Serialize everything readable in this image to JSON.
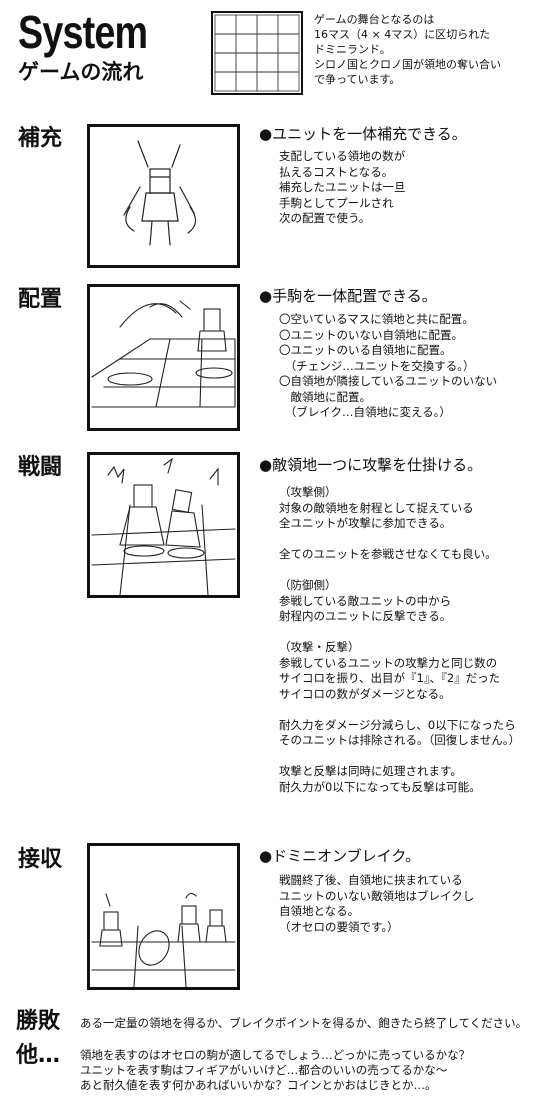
{
  "header": {
    "title": "System",
    "subtitle": "ゲームの流れ",
    "intro": [
      "ゲームの舞台となるのは",
      "16マス（4 × 4マス）に区切られた",
      "ドミニランド。",
      "シロノ国とクロノ国が領地の奪い合い",
      "で争っています。"
    ]
  },
  "sections": {
    "replenish": {
      "label": "補充",
      "heading": "●ユニットを一体補充できる。",
      "lines": [
        "支配している領地の数が",
        "払えるコストとなる。",
        "補充したユニットは一旦",
        "手駒としてプールされ",
        "次の配置で使う。"
      ]
    },
    "deploy": {
      "label": "配置",
      "heading": "●手駒を一体配置できる。",
      "lines": [
        "〇空いているマスに領地と共に配置。",
        "〇ユニットのいない自領地に配置。",
        "〇ユニットのいる自領地に配置。",
        "　（チェンジ…ユニットを交換する。）",
        "〇自領地が隣接しているユニットのいない",
        "　敵領地に配置。",
        "　（ブレイク…自領地に変える。）"
      ]
    },
    "battle": {
      "label": "戦闘",
      "heading": "●敵領地一つに攻撃を仕掛ける。",
      "lines": [
        "（攻撃側）",
        "対象の敵領地を射程として捉えている",
        "全ユニットが攻撃に参加できる。",
        "",
        "全てのユニットを参戦させなくても良い。",
        "",
        "（防御側）",
        "参戦している敵ユニットの中から",
        "射程内のユニットに反撃できる。",
        "",
        "（攻撃・反撃）",
        "参戦しているユニットの攻撃力と同じ数の",
        "サイコロを振り、出目が『1』、『2』だった",
        "サイコロの数がダメージとなる。",
        "",
        "耐久力をダメージ分減らし、0以下になったら",
        "そのユニットは排除される。（回復しません。）",
        "",
        "攻撃と反撃は同時に処理されます。",
        "耐久力が0以下になっても反撃は可能。"
      ]
    },
    "capture": {
      "label": "接収",
      "heading": "●ドミニオンブレイク。",
      "lines": [
        "戦闘終了後、自領地に挟まれている",
        "ユニットのいない敵領地はブレイクし",
        "自領地となる。",
        "（オセロの要領です。）"
      ]
    }
  },
  "footer": {
    "victory_label": "勝敗",
    "victory_text": "ある一定量の領地を得るか、ブレイクポイントを得るか、飽きたら終了してください。",
    "other_label": "他…",
    "other_lines": [
      "領地を表すのはオセロの駒が適してるでしょう…どっかに売っているかな？",
      "ユニットを表す駒はフィギアがいいけど…都合のいいの売ってるかな～",
      "あと耐久値を表す何かあればいいかな？コインとかおはじきとか…。"
    ]
  }
}
